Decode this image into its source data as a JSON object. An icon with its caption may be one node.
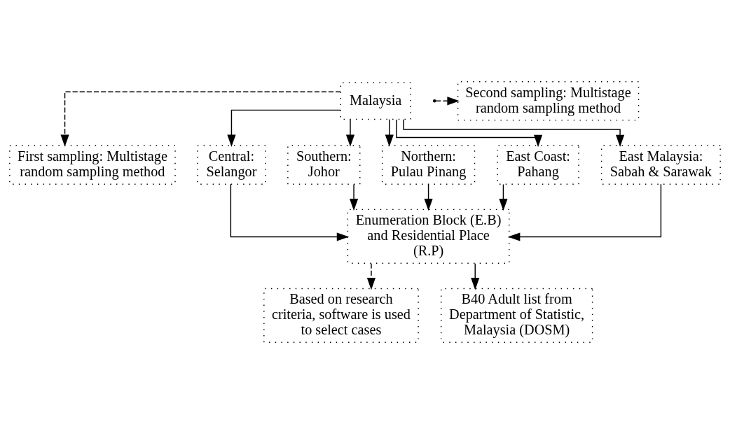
{
  "diagram": {
    "nodes": [
      {
        "text": [
          "Malaysia"
        ]
      },
      {
        "text": [
          "First sampling: Multistage random sampling method"
        ]
      },
      {
        "text": [
          "Central: Selangor"
        ]
      },
      {
        "text": [
          "Southern: Johor"
        ]
      },
      {
        "text": [
          "Northern: Pulau Pinang"
        ]
      },
      {
        "text": [
          "East Coast: Pahang"
        ]
      },
      {
        "text": [
          "East Malaysia: Sabah & Sarawak"
        ]
      },
      {
        "text": [
          "Second sampling: Multistage random sampling method"
        ]
      },
      {
        "text": [
          "Enumeration Block (E.B) and Residential Place (R.P)"
        ]
      },
      {
        "text": [
          "Based on research criteria, software is used to select cases"
        ]
      },
      {
        "text": [
          "B40 Adult list from Department of Statistic, Malaysia (DOSM)"
        ]
      }
    ],
    "edges": [
      {
        "from": 0,
        "to": 1,
        "arrow": "to",
        "style": "dashed"
      },
      {
        "from": 0,
        "to": 2,
        "arrow": "to"
      },
      {
        "from": 0,
        "to": 3,
        "arrow": "to"
      },
      {
        "from": 0,
        "to": 4,
        "arrow": "to"
      },
      {
        "from": 0,
        "to": 5,
        "arrow": "to"
      },
      {
        "from": 0,
        "to": 6,
        "arrow": "to"
      },
      {
        "from": null,
        "to": 7,
        "arrow": "to",
        "style": "dashed"
      },
      {
        "from": 2,
        "to": 8,
        "arrow": "to"
      },
      {
        "from": 3,
        "to": 8,
        "arrow": "to"
      },
      {
        "from": 4,
        "to": 8,
        "arrow": "to"
      },
      {
        "from": 5,
        "to": 8,
        "arrow": "to"
      },
      {
        "from": 6,
        "to": 8,
        "arrow": "to"
      },
      {
        "from": 8,
        "to": 9,
        "arrow": "to",
        "style": "dashed"
      },
      {
        "from": 8,
        "to": 10,
        "arrow": "to"
      }
    ]
  }
}
